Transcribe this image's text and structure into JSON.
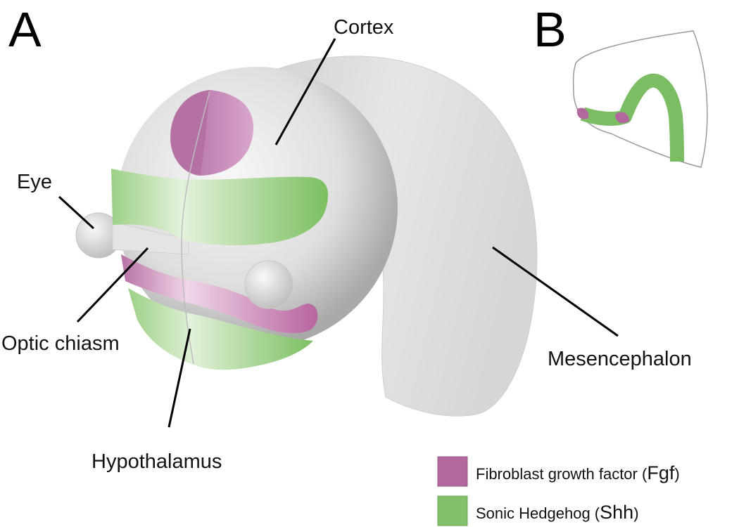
{
  "panels": {
    "a": "A",
    "b": "B"
  },
  "labels": {
    "cortex": "Cortex",
    "eye": "Eye",
    "optic_chiasm": "Optic chiasm",
    "hypothalamus": "Hypothalamus",
    "mesencephalon": "Mesencephalon"
  },
  "legend": [
    {
      "name": "Fibroblast growth factor",
      "abbr": "Fgf",
      "color": "#b3679f"
    },
    {
      "name": "Sonic Hedgehog",
      "abbr": "Shh",
      "color": "#82c06a"
    }
  ],
  "colors": {
    "tissue": "#dcdcdc",
    "fgf": "#b3679f",
    "shh": "#82c06a",
    "outline": "#888888"
  }
}
